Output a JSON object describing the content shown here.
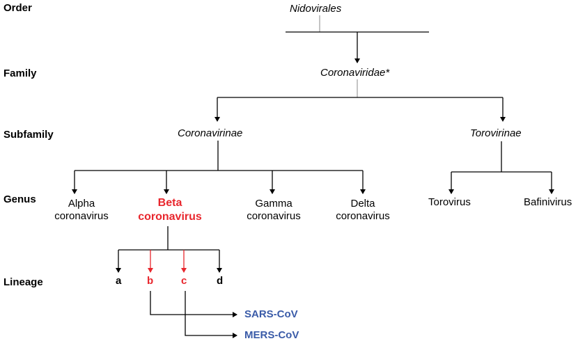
{
  "levels": {
    "order": "Order",
    "family": "Family",
    "subfamily": "Subfamily",
    "genus": "Genus",
    "lineage": "Lineage"
  },
  "taxa": {
    "order": "Nidovirales",
    "family": "Coronaviridae*",
    "subfamily_1": "Coronavirinae",
    "subfamily_2": "Torovirinae",
    "genus_alpha": [
      "Alpha",
      "coronavirus"
    ],
    "genus_beta": [
      "Beta",
      "coronavirus"
    ],
    "genus_gamma": [
      "Gamma",
      "coronavirus"
    ],
    "genus_delta": [
      "Delta",
      "coronavirus"
    ],
    "genus_toro": "Torovirus",
    "genus_bafini": "Bafinivirus"
  },
  "lineages": [
    "a",
    "b",
    "c",
    "d"
  ],
  "viruses": {
    "sars": "SARS-CoV",
    "mers": "MERS-CoV"
  },
  "colors": {
    "highlight": "#e8262d",
    "virus": "#3a5ba8",
    "line": "#000000"
  }
}
